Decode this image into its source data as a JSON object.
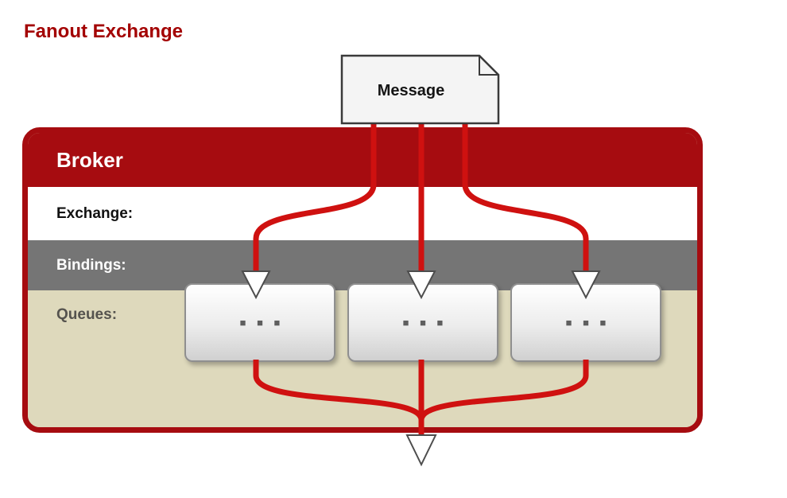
{
  "title": "Fanout Exchange",
  "message": {
    "label": "Message"
  },
  "broker": {
    "label": "Broker",
    "bands": [
      {
        "id": "exchange",
        "label": "Exchange:"
      },
      {
        "id": "bindings",
        "label": "Bindings:"
      },
      {
        "id": "queues",
        "label": "Queues:"
      }
    ],
    "queues": [
      {
        "dots": "■ ■ ■"
      },
      {
        "dots": "■ ■ ■"
      },
      {
        "dots": "■ ■ ■"
      }
    ]
  },
  "colors": {
    "title_red": "#a30000",
    "broker_red": "#a60c10",
    "line_red": "#cf1110",
    "bindings_gray": "#757575",
    "queues_tan": "#ded9bc"
  }
}
